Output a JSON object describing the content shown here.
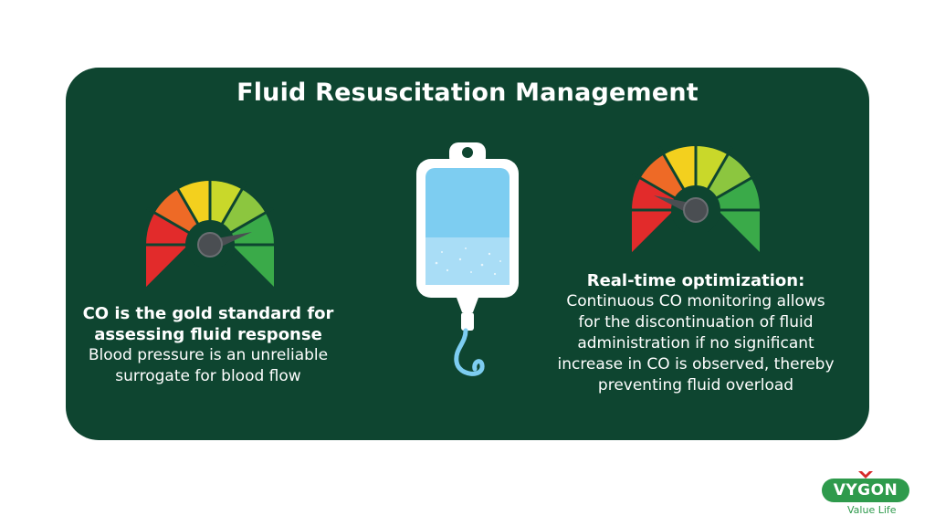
{
  "title": "Fluid Resuscitation Management",
  "left": {
    "heading": [
      "CO is the gold standard for",
      "assessing fluid response"
    ],
    "body": [
      "Blood pressure is an unreliable",
      "surrogate for blood flow"
    ]
  },
  "right": {
    "heading": [
      "Real-time optimization:"
    ],
    "body": [
      "Continuous CO monitoring allows",
      "for the discontinuation of fluid",
      "administration if no significant",
      "increase in CO is observed, thereby",
      "preventing fluid overload"
    ]
  },
  "logo": {
    "name": "VYGON",
    "tagline": "Value Life"
  },
  "colors": {
    "panel": "#0e4530",
    "gauge_red": "#e22b2b",
    "gauge_orange": "#ee6a26",
    "gauge_yellow": "#f3d01e",
    "gauge_lime": "#c9d82a",
    "gauge_lightgreen": "#8cc63f",
    "gauge_green": "#3aaa49",
    "brand_green": "#2e9a4c",
    "brand_red": "#d62b2b"
  },
  "icons": [
    "speedometer-gauge-icon",
    "iv-fluid-bag-icon",
    "speedometer-gauge-icon",
    "vygon-logo"
  ]
}
